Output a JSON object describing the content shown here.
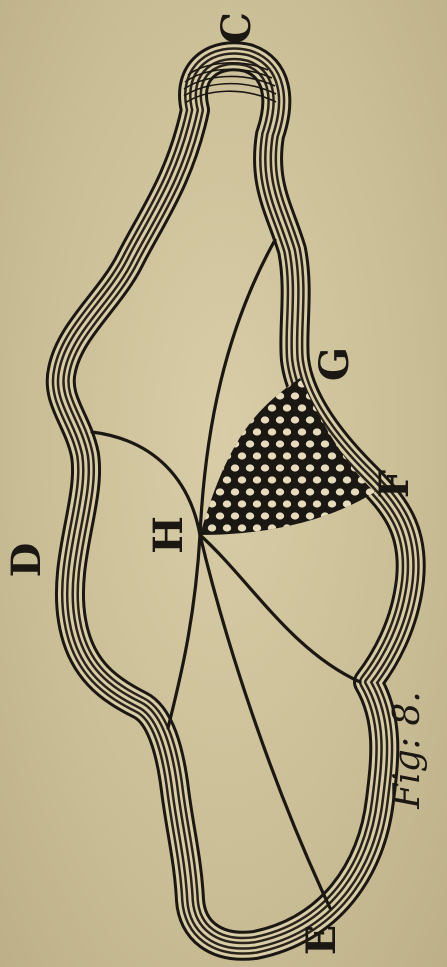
{
  "figure": {
    "caption": "Fig: 8.",
    "labels": {
      "C": "C",
      "D": "D",
      "E": "E",
      "F": "F",
      "G": "G",
      "H": "H"
    }
  },
  "colors": {
    "paper": "#cabe96",
    "ink": "#1b1712",
    "dots": "#e6dcbc"
  }
}
